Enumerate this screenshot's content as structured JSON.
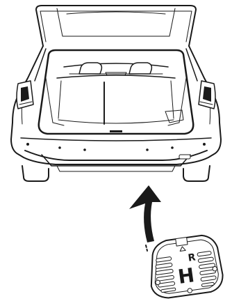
{
  "illustration": {
    "subject": "vehicle-rear-with-open-tailgate",
    "pointer": "arrow-up-icon",
    "detail": "tow-hook-cover-plate"
  },
  "emblem": {
    "letter_top": "R",
    "letter_main": "H"
  },
  "colors": {
    "line": "#1a1a1a",
    "background": "#ffffff",
    "shade": "#cfcfcf"
  }
}
